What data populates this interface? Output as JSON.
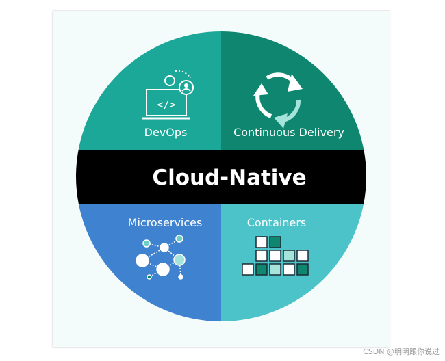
{
  "diagram": {
    "center_label": "Cloud-Native",
    "quadrants": [
      {
        "id": "devops",
        "label": "DevOps",
        "icon": "laptop-code-icon",
        "color": "#1ba899"
      },
      {
        "id": "continuous-delivery",
        "label": "Continuous Delivery",
        "icon": "cycle-arrows-icon",
        "color": "#0f8770"
      },
      {
        "id": "microservices",
        "label": "Microservices",
        "icon": "network-nodes-icon",
        "color": "#3f82cf"
      },
      {
        "id": "containers",
        "label": "Containers",
        "icon": "container-blocks-icon",
        "color": "#4bc3c8"
      }
    ],
    "band_color": "#000000"
  },
  "watermark": "CSDN @明明跟你说过"
}
